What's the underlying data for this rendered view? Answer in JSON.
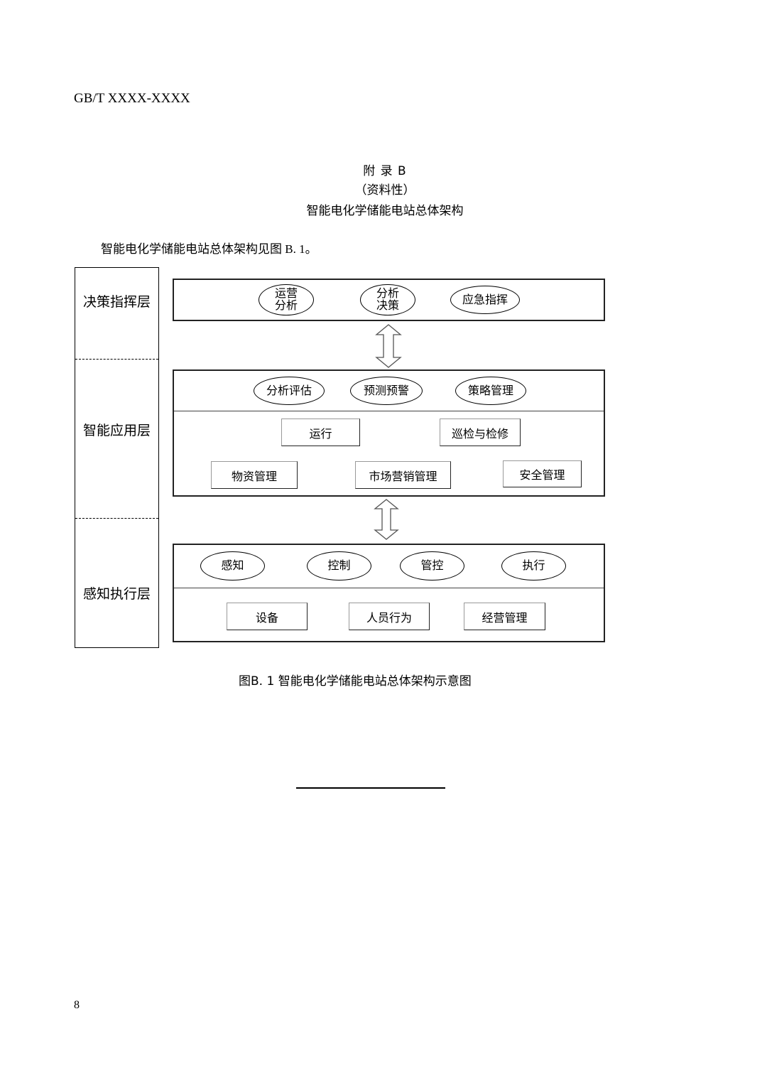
{
  "header": {
    "std_code": "GB/T XXXX-XXXX"
  },
  "appendix": {
    "title": "附 录 B",
    "type": "（资料性）",
    "heading": "智能电化学储能电站总体架构"
  },
  "intro": "智能电化学储能电站总体架构见图 B. 1。",
  "figure": {
    "layers": {
      "decision": "决策指挥层",
      "application": "智能应用层",
      "perception": "感知执行层"
    },
    "decision_items": [
      "运营分析",
      "分析决策",
      "应急指挥"
    ],
    "app_ovals": [
      "分析评估",
      "预测预警",
      "策略管理"
    ],
    "app_row1": [
      "运行",
      "巡检与检修"
    ],
    "app_row2": [
      "物资管理",
      "市场营销管理",
      "安全管理"
    ],
    "perception_ovals": [
      "感知",
      "控制",
      "管控",
      "执行"
    ],
    "perception_boxes": [
      "设备",
      "人员行为",
      "经营管理"
    ],
    "caption": "图B. 1 智能电化学储能电站总体架构示意图"
  },
  "page_number": "8"
}
